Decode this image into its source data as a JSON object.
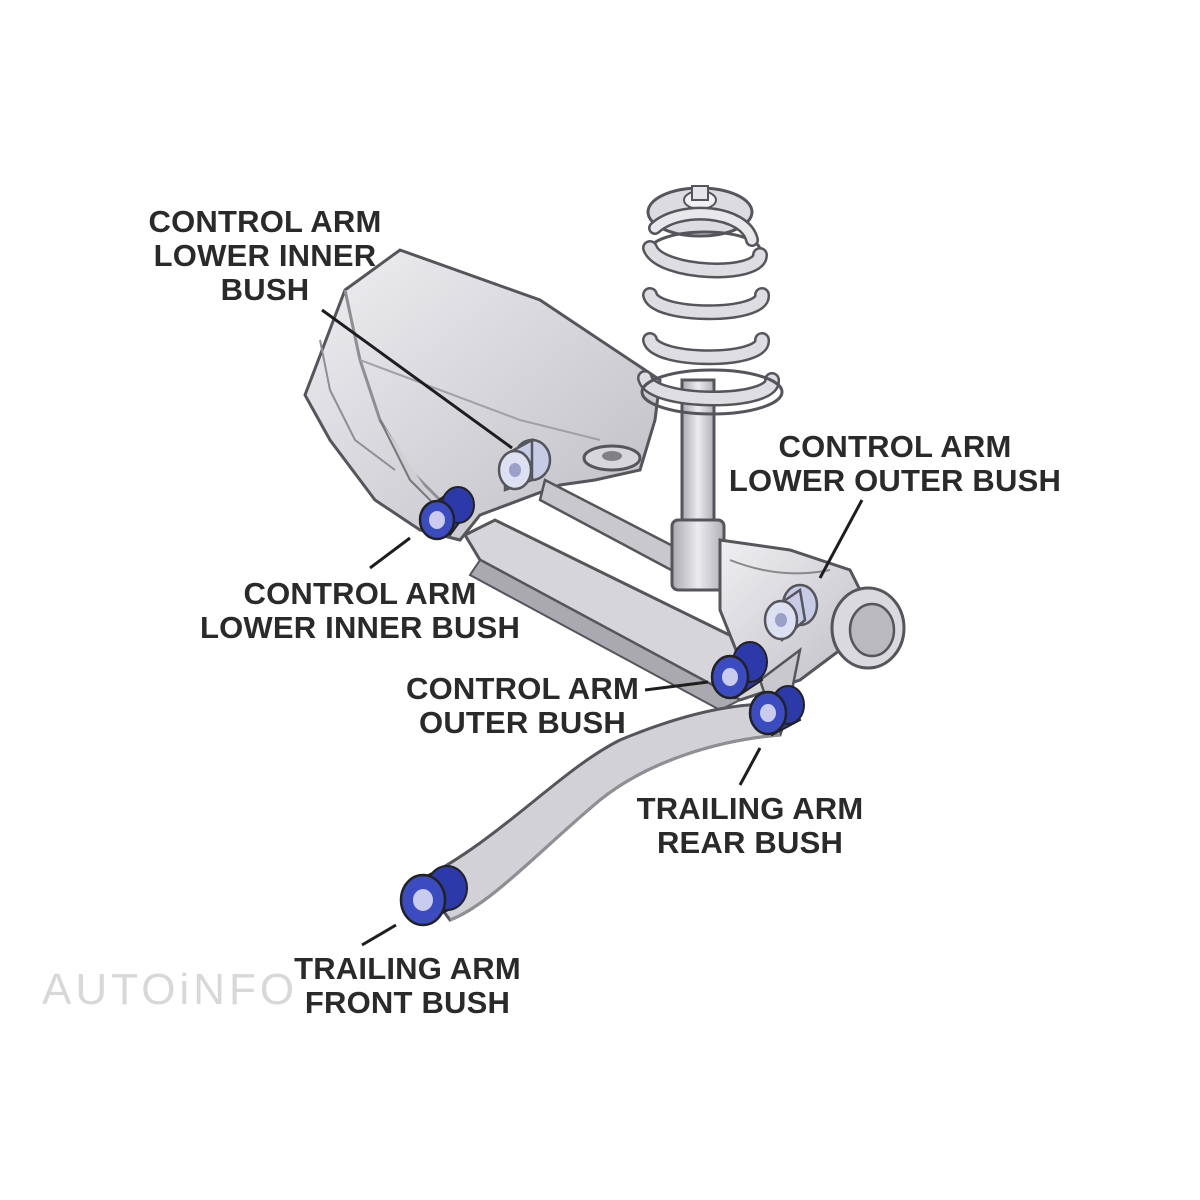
{
  "labels": {
    "upper_inner": [
      "CONTROL ARM",
      "LOWER INNER",
      "BUSH"
    ],
    "lower_outer": [
      "CONTROL ARM",
      "LOWER OUTER BUSH"
    ],
    "lower_inner": [
      "CONTROL ARM",
      "LOWER INNER BUSH"
    ],
    "outer": [
      "CONTROL ARM",
      "OUTER BUSH"
    ],
    "trailing_rear": [
      "TRAILING ARM",
      "REAR BUSH"
    ],
    "trailing_front": [
      "TRAILING ARM",
      "FRONT BUSH"
    ]
  },
  "watermark": "AUTOiNFO",
  "colors": {
    "metal_light": "#e3e3e6",
    "metal_mid": "#c9c9cd",
    "metal_dark": "#9a9aa0",
    "outline": "#55555c",
    "bush_blue": "#2b3aa8",
    "bush_light": "#c7cbe6",
    "text": "#2a2a2a"
  }
}
